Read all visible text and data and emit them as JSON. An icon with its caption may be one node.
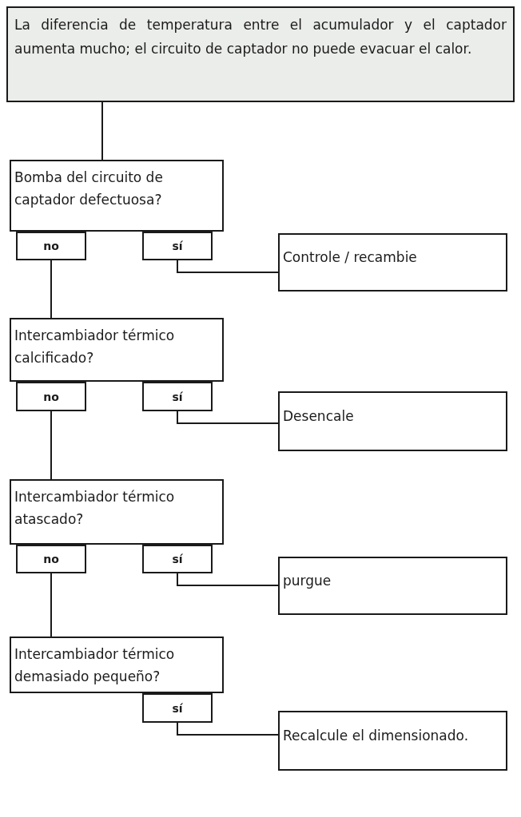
{
  "diagram": {
    "nodes": [
      {
        "text": [
          "La diferencia de temperatura entre el acumulador y el captador aumenta mucho; el circuito de captador no puede evacuar el calor."
        ]
      },
      {
        "text": [
          "Bomba del circuito de captador defectuosa?"
        ]
      },
      {
        "text": [
          "no"
        ]
      },
      {
        "text": [
          "sí"
        ]
      },
      {
        "text": [
          "Controle / recambie"
        ]
      },
      {
        "text": [
          "Intercambiador térmico calcificado?"
        ]
      },
      {
        "text": [
          "no"
        ]
      },
      {
        "text": [
          "sí"
        ]
      },
      {
        "text": [
          "Desencale"
        ]
      },
      {
        "text": [
          "Intercambiador térmico atascado?"
        ]
      },
      {
        "text": [
          "no"
        ]
      },
      {
        "text": [
          "sí"
        ]
      },
      {
        "text": [
          "purgue"
        ]
      },
      {
        "text": [
          "Intercambiador térmico demasiado pequeño?"
        ]
      },
      {
        "text": [
          "sí"
        ]
      },
      {
        "text": [
          "Recalcule el dimensionado."
        ]
      }
    ],
    "edges": [
      {
        "from": 0,
        "to": 1,
        "arrow": "none"
      },
      {
        "from": 3,
        "to": 4,
        "arrow": "none"
      },
      {
        "from": 2,
        "to": 5,
        "arrow": "none"
      },
      {
        "from": 7,
        "to": 8,
        "arrow": "none"
      },
      {
        "from": 6,
        "to": 9,
        "arrow": "none"
      },
      {
        "from": 11,
        "to": 12,
        "arrow": "none"
      },
      {
        "from": 10,
        "to": 13,
        "arrow": "none"
      },
      {
        "from": 14,
        "to": 15,
        "arrow": "none"
      }
    ]
  }
}
